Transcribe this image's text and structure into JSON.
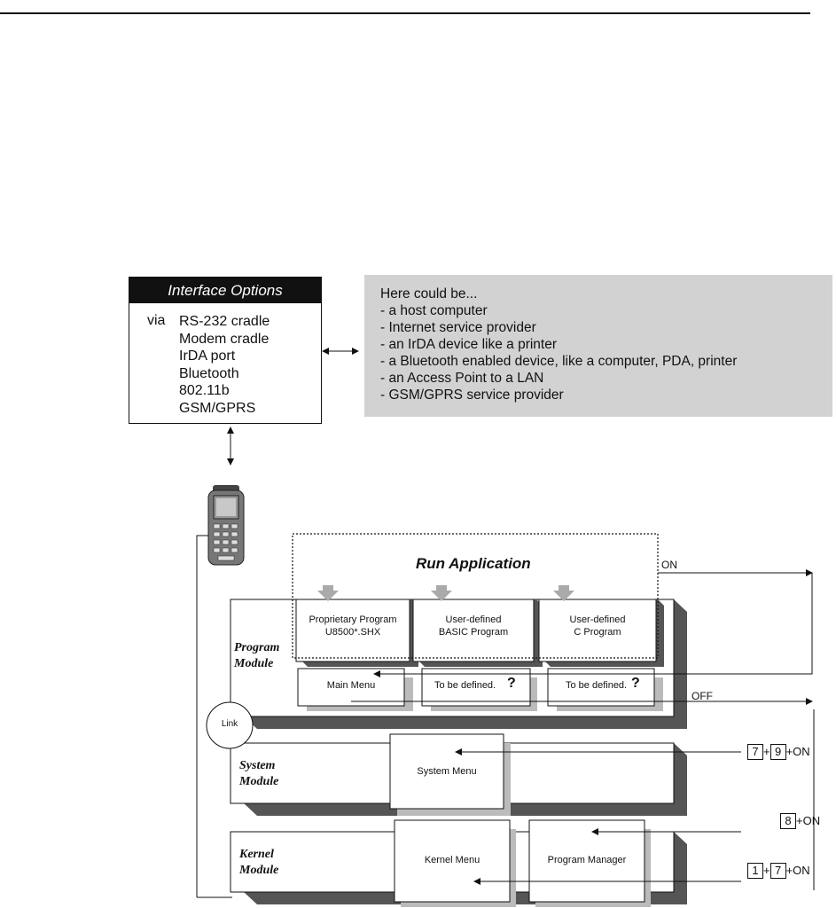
{
  "interface": {
    "title": "Interface Options",
    "via": "via",
    "options": [
      "RS-232 cradle",
      "Modem cradle",
      "IrDA port",
      "Bluetooth",
      "802.11b",
      "GSM/GPRS"
    ]
  },
  "host": {
    "heading": "Here could be...",
    "lines": [
      "- a host computer",
      "- Internet service provider",
      "- an IrDA device like a printer",
      "- a Bluetooth enabled device, like a computer, PDA, printer",
      "- an Access Point to a LAN",
      "- GSM/GPRS service provider"
    ]
  },
  "run": {
    "title": "Run Application",
    "on": "ON",
    "off": "OFF"
  },
  "program_module": {
    "label_1": "Program",
    "label_2": "Module",
    "apps": [
      {
        "line1": "Proprietary Program",
        "line2": "U8500*.SHX"
      },
      {
        "line1": "User-defined",
        "line2": "BASIC Program"
      },
      {
        "line1": "User-defined",
        "line2": "C Program"
      }
    ],
    "menus": [
      {
        "label": "Main Menu",
        "q": ""
      },
      {
        "label": "To be defined.",
        "q": "?"
      },
      {
        "label": "To be defined.",
        "q": "?"
      }
    ]
  },
  "link": "Link",
  "system_module": {
    "label_1": "System",
    "label_2": "Module",
    "menu": "System Menu"
  },
  "kernel_module": {
    "label_1": "Kernel",
    "label_2": "Module",
    "menu": "Kernel Menu",
    "manager": "Program Manager"
  },
  "keys": {
    "system": {
      "k1": "7",
      "k2": "9",
      "plus": "+",
      "on": "+ON"
    },
    "manager": {
      "k1": "8",
      "on": "+ON"
    },
    "kernel": {
      "k1": "1",
      "k2": "7",
      "plus": "+",
      "on": "+ON"
    }
  },
  "colors": {
    "shadow": "#555555",
    "light_shadow": "#bbbbbb",
    "host_bg": "#d2d2d2",
    "down_arrow": "#aaaaaa"
  }
}
